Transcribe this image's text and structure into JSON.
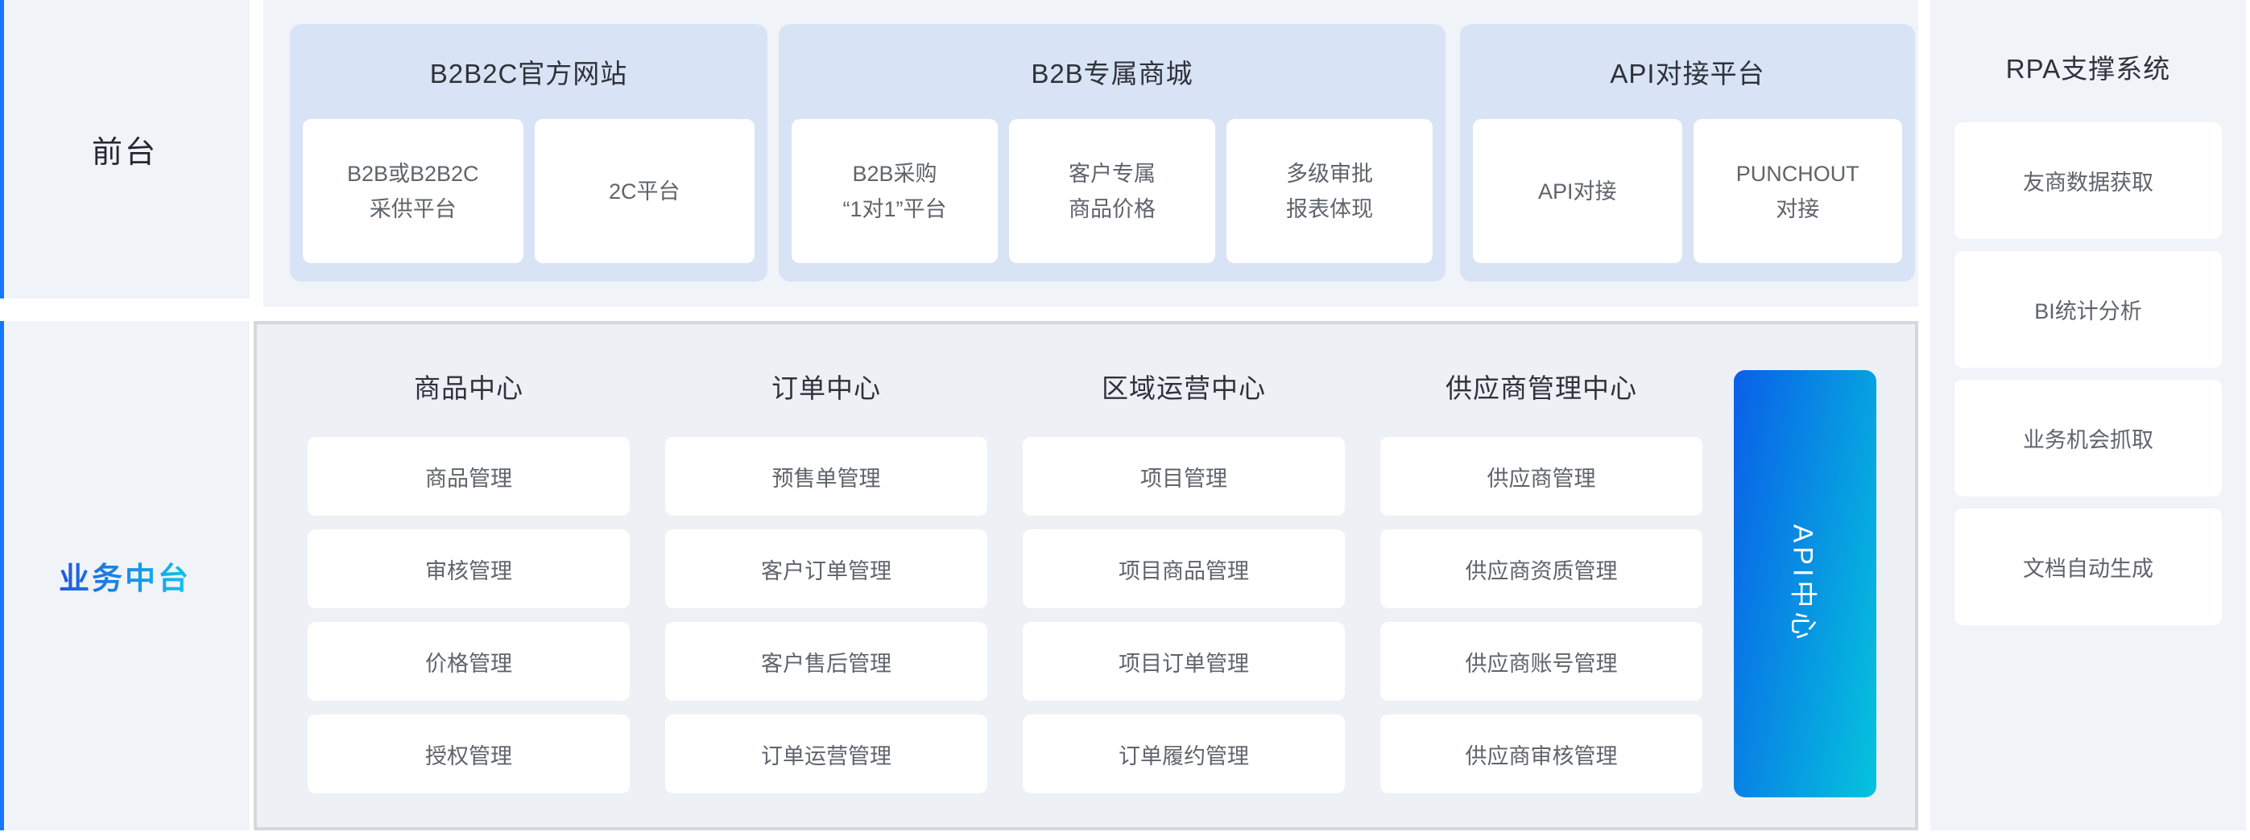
{
  "colors": {
    "accent_blue": "#1677ff",
    "panel_bg": "#f0f3f8",
    "container_bg": "#edf0f5",
    "container_border": "#d4d7db",
    "group_bg": "#d8e3f5",
    "api_bar_gradient_start": "#0a5fe8",
    "api_bar_gradient_end": "#05c4dd",
    "middle_label_gradient_start": "#2155e0",
    "middle_label_gradient_end": "#10c4e9",
    "title_text": "#2e323a",
    "card_text": "#5f646b"
  },
  "sidebar": {
    "front_label": "前台",
    "middle_label": "业务中台"
  },
  "top_groups": [
    {
      "title": "B2B2C官方网站",
      "cards": [
        {
          "lines": [
            "B2B或B2B2C",
            "采供平台"
          ]
        },
        {
          "lines": [
            "2C平台"
          ]
        }
      ]
    },
    {
      "title": "B2B专属商城",
      "cards": [
        {
          "lines": [
            "B2B采购",
            "“1对1”平台"
          ]
        },
        {
          "lines": [
            "客户专属",
            "商品价格"
          ]
        },
        {
          "lines": [
            "多级审批",
            "报表体现"
          ]
        }
      ]
    },
    {
      "title": "API对接平台",
      "cards": [
        {
          "lines": [
            "API对接"
          ]
        },
        {
          "lines": [
            "PUNCHOUT",
            "对接"
          ]
        }
      ]
    }
  ],
  "middle_platform": {
    "columns": [
      {
        "title": "商品中心",
        "items": [
          "商品管理",
          "审核管理",
          "价格管理",
          "授权管理"
        ]
      },
      {
        "title": "订单中心",
        "items": [
          "预售单管理",
          "客户订单管理",
          "客户售后管理",
          "订单运营管理"
        ]
      },
      {
        "title": "区域运营中心",
        "items": [
          "项目管理",
          "项目商品管理",
          "项目订单管理",
          "订单履约管理"
        ]
      },
      {
        "title": "供应商管理中心",
        "items": [
          "供应商管理",
          "供应商资质管理",
          "供应商账号管理",
          "供应商审核管理"
        ]
      }
    ],
    "api_bar_label": "API中心"
  },
  "rpa": {
    "title": "RPA支撑系统",
    "items": [
      "友商数据获取",
      "BI统计分析",
      "业务机会抓取",
      "文档自动生成"
    ]
  }
}
